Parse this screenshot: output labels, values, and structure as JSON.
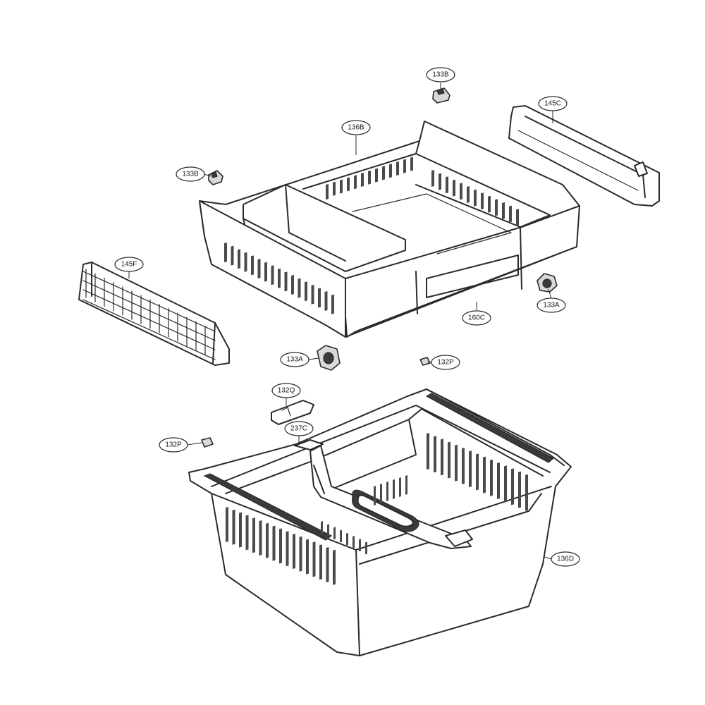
{
  "callouts": [
    {
      "label": "133B"
    },
    {
      "label": "145C"
    },
    {
      "label": "136B"
    },
    {
      "label": "133B"
    },
    {
      "label": "145F"
    },
    {
      "label": "133A"
    },
    {
      "label": "160C"
    },
    {
      "label": "133A"
    },
    {
      "label": "132P"
    },
    {
      "label": "132Q"
    },
    {
      "label": "237C"
    },
    {
      "label": "132P"
    },
    {
      "label": "136D"
    }
  ]
}
